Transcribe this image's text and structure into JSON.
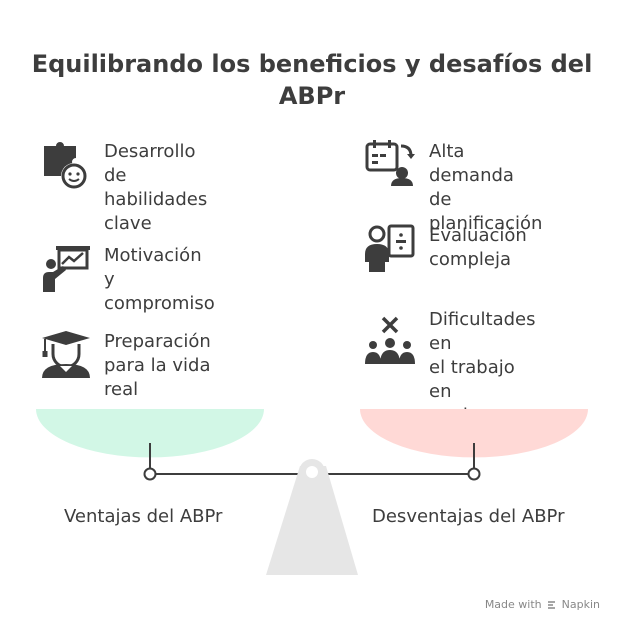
{
  "title": "Equilibrando los beneficios y desafíos del ABPr",
  "left": {
    "label": "Ventajas del ABPr",
    "items": [
      {
        "text": "Desarrollo de\nhabilidades\nclave",
        "icon": "puzzle-head-icon"
      },
      {
        "text": "Motivación y\ncompromiso",
        "icon": "presenter-chart-icon"
      },
      {
        "text": "Preparación\npara la vida real",
        "icon": "graduate-icon"
      }
    ]
  },
  "right": {
    "label": "Desventajas del ABPr",
    "items": [
      {
        "text": "Alta demanda\nde planificación",
        "icon": "calendar-person-icon"
      },
      {
        "text": "Evaluación\ncompleja",
        "icon": "teacher-board-icon"
      },
      {
        "text": "Dificultades en\nel trabajo en\nequipo",
        "icon": "group-cross-icon"
      }
    ]
  },
  "colors": {
    "pan_left": "#d2f7e6",
    "pan_right": "#ffd9d6",
    "beam": "#3d3d3d",
    "base": "#e6e6e6"
  },
  "footer": {
    "text": "Made with",
    "brand": "Napkin"
  }
}
